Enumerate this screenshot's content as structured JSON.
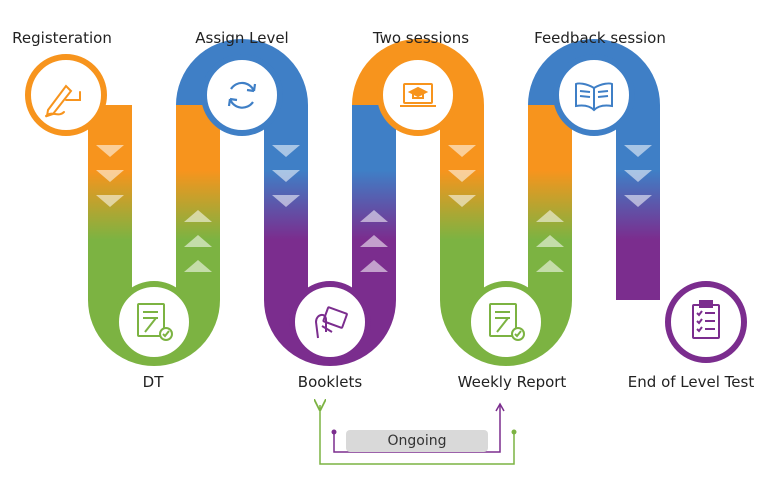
{
  "steps": [
    {
      "label": "Registeration",
      "icon": "pen-writing-icon"
    },
    {
      "label": "DT",
      "icon": "clipboard-check-icon"
    },
    {
      "label": "Assign Level",
      "icon": "cycle-arrows-icon"
    },
    {
      "label": "Booklets",
      "icon": "hand-holding-book-icon"
    },
    {
      "label": "Two sessions",
      "icon": "laptop-graduation-cap-icon"
    },
    {
      "label": "Weekly Report",
      "icon": "clipboard-check-icon"
    },
    {
      "label": "Feedback session",
      "icon": "open-book-icon"
    },
    {
      "label": "End of Level Test",
      "icon": "test-checklist-icon"
    }
  ],
  "ongoing": {
    "label": "Ongoing"
  },
  "colors": {
    "orange": "#f7941d",
    "green": "#7cb342",
    "blue": "#3f7fc6",
    "purple": "#7b2d8e",
    "label": "#222222",
    "ongoing_bg": "#d9d9d9"
  }
}
